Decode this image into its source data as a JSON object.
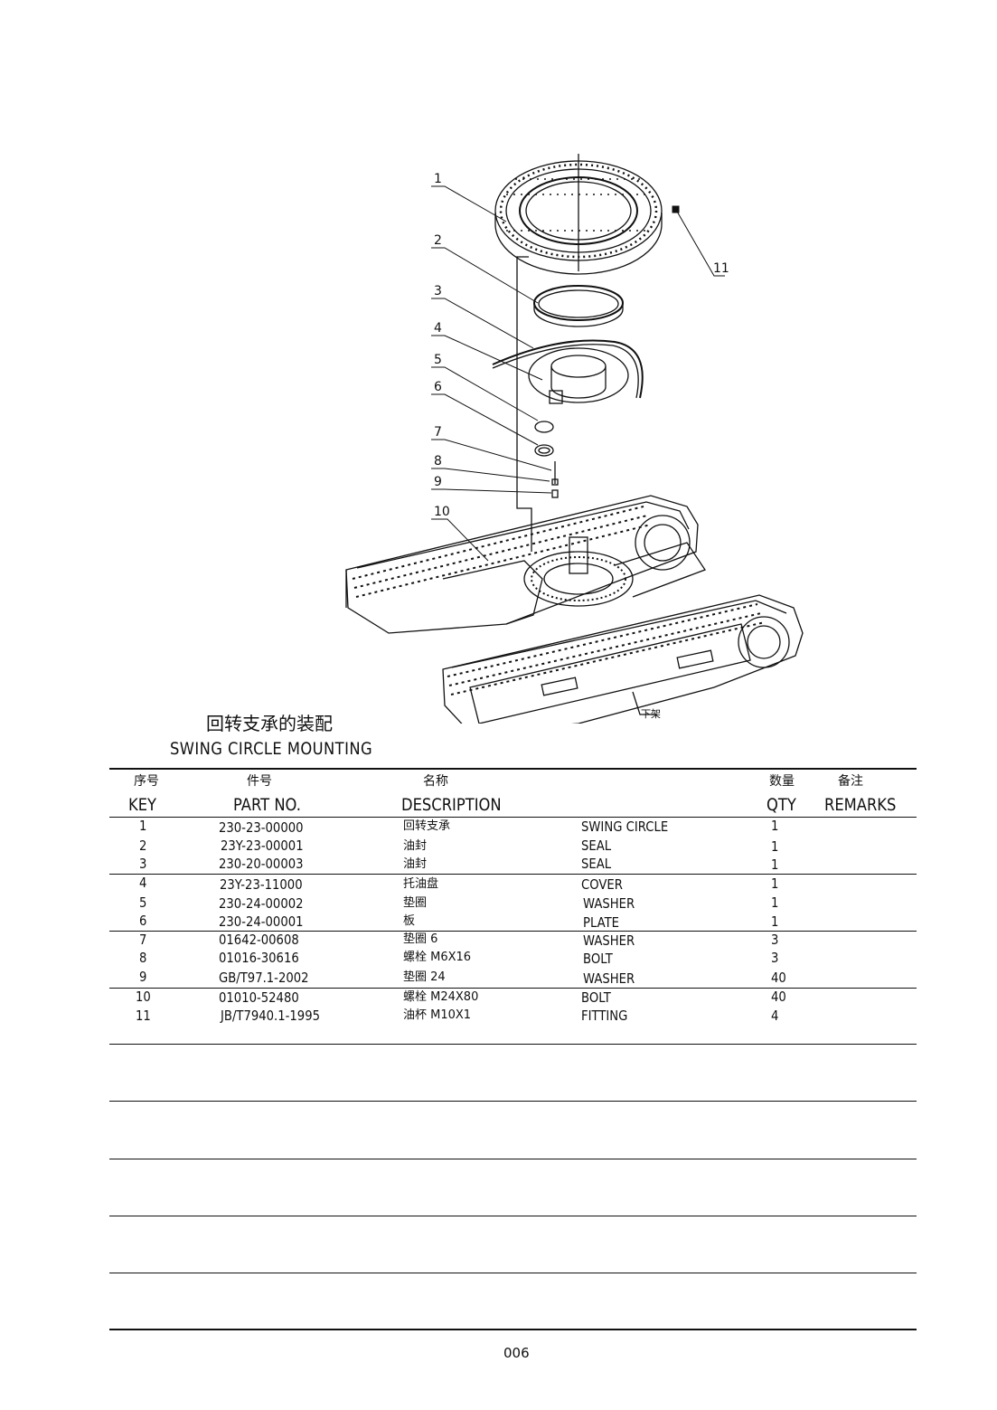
{
  "diagram": {
    "callouts": [
      "1",
      "2",
      "3",
      "4",
      "5",
      "6",
      "7",
      "8",
      "9",
      "10",
      "11"
    ],
    "frame_label": "下架"
  },
  "title": {
    "cn": "回转支承的装配",
    "en": "SWING CIRCLE MOUNTING"
  },
  "table": {
    "headers_cn": {
      "key": "序号",
      "part": "件号",
      "desc": "名称",
      "qty": "数量",
      "remarks": "备注"
    },
    "headers_en": {
      "key": "KEY",
      "part": "PART NO.",
      "desc": "DESCRIPTION",
      "qty": "QTY",
      "remarks": "REMARKS"
    },
    "rows": [
      {
        "key": "1",
        "part": "230-23-00000",
        "cn": "回转支承",
        "en": "SWING CIRCLE",
        "qty": "1"
      },
      {
        "key": "2",
        "part": "23Y-23-00001",
        "cn": "油封",
        "en": "SEAL",
        "qty": "1"
      },
      {
        "key": "3",
        "part": "230-20-00003",
        "cn": "油封",
        "en": "SEAL",
        "qty": "1"
      },
      {
        "key": "4",
        "part": "23Y-23-11000",
        "cn": "托油盘",
        "en": "COVER",
        "qty": "1"
      },
      {
        "key": "5",
        "part": "230-24-00002",
        "cn": "垫圈",
        "en": "WASHER",
        "qty": "1"
      },
      {
        "key": "6",
        "part": "230-24-00001",
        "cn": "板",
        "en": "PLATE",
        "qty": "1"
      },
      {
        "key": "7",
        "part": "01642-00608",
        "cn": "垫圈 6",
        "en": "WASHER",
        "qty": "3"
      },
      {
        "key": "8",
        "part": "01016-30616",
        "cn": "螺栓 M6X16",
        "en": "BOLT",
        "qty": "3"
      },
      {
        "key": "9",
        "part": "GB/T97.1-2002",
        "cn": "垫圈 24",
        "en": "WASHER",
        "qty": "40"
      },
      {
        "key": "10",
        "part": "01010-52480",
        "cn": "螺栓 M24X80",
        "en": "BOLT",
        "qty": "40"
      },
      {
        "key": "11",
        "part": "JB/T7940.1-1995",
        "cn": "油杯 M10X1",
        "en": "FITTING",
        "qty": "4"
      }
    ]
  },
  "page_number": "006"
}
